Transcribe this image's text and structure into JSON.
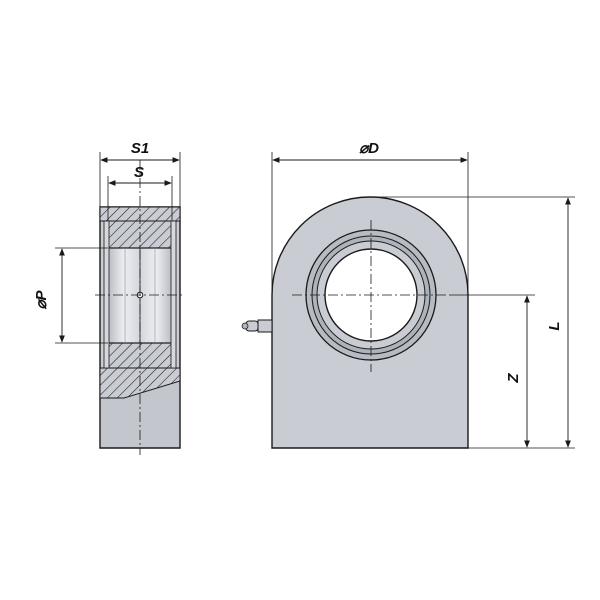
{
  "labels": {
    "s1": "S1",
    "s": "S",
    "p": "⌀P",
    "d": "⌀D",
    "l": "L",
    "z": "Z"
  },
  "colors": {
    "body": "#c9ccd3",
    "body_dark": "#a8acb5",
    "body_light": "#e2e4e8",
    "line": "#1a1a1a",
    "hatch": "#1a1a1a",
    "bore": "#ffffff"
  }
}
